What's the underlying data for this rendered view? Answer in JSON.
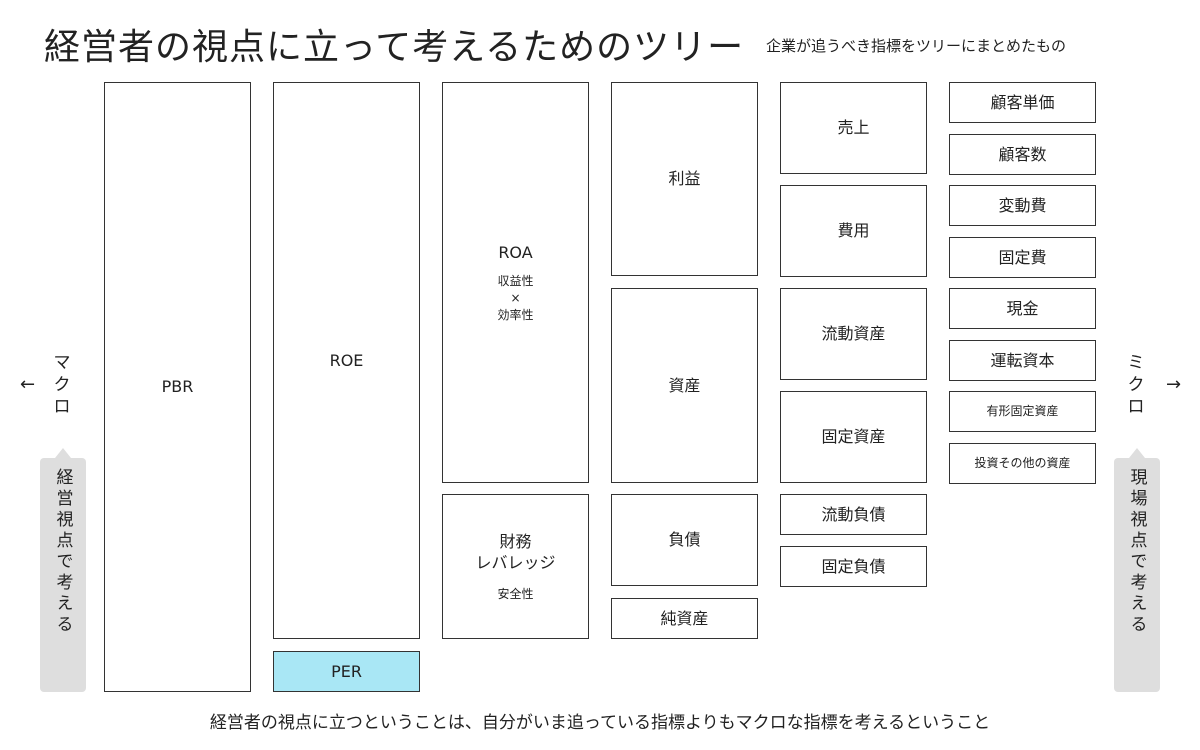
{
  "title": "経営者の視点に立って考えるためのツリー",
  "subtitle": "企業が追うべき指標をツリーにまとめたもの",
  "footer": "経営者の視点に立つということは、自分がいま追っている指標よりもマクロな指標を考えるということ",
  "left": {
    "arrow": "←",
    "label_lines": [
      "マ",
      "ク",
      "ロ"
    ],
    "bubble": "経営視点で考える"
  },
  "right": {
    "arrow": "→",
    "label_lines": [
      "ミ",
      "ク",
      "ロ"
    ],
    "bubble": "現場視点で考える"
  },
  "tree": {
    "pbr": "PBR",
    "roe": "ROE",
    "per": "PER",
    "roa": {
      "label": "ROA",
      "sub_top": "収益性",
      "sub_mid": "×",
      "sub_bottom": "効率性"
    },
    "leverage": {
      "label_line1": "財務",
      "label_line2": "レバレッジ",
      "sub": "安全性"
    },
    "profit": "利益",
    "assets": "資産",
    "liabilities": "負債",
    "net_assets": "純資産",
    "sales": "売上",
    "costs": "費用",
    "current_assets": "流動資産",
    "fixed_assets": "固定資産",
    "current_liabilities": "流動負債",
    "fixed_liabilities": "固定負債",
    "customer_unit_price": "顧客単価",
    "customer_count": "顧客数",
    "variable_cost": "変動費",
    "fixed_cost": "固定費",
    "cash": "現金",
    "working_capital": "運転資本",
    "tangible_fixed_assets": "有形固定資産",
    "investments_other_assets": "投資その他の資産"
  }
}
